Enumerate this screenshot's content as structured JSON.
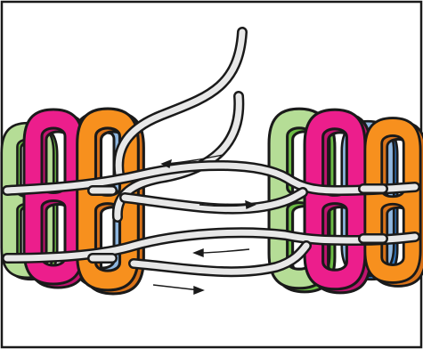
{
  "illustration": {
    "subject": "weaving-through-pull-tabs",
    "left_stack": {
      "tabs": [
        "green",
        "pink",
        "blue",
        "orange"
      ]
    },
    "right_stack": {
      "tabs": [
        "green",
        "pink",
        "blue",
        "orange"
      ]
    },
    "cord_passes": 4,
    "direction_arrows": [
      "left",
      "right",
      "left",
      "right"
    ]
  },
  "colors": {
    "frame": "#1a1a1a",
    "outline": "#1a1a1a",
    "green": "#6cbd45",
    "green_light": "#b5dd96",
    "pink": "#ec1e8c",
    "pink_light": "#f7a6cf",
    "blue": "#2f74bd",
    "blue_light": "#8fb7e0",
    "orange": "#f7901e",
    "orange_light": "#fbc783",
    "cord": "#e8e8e8",
    "background": "#ffffff"
  }
}
